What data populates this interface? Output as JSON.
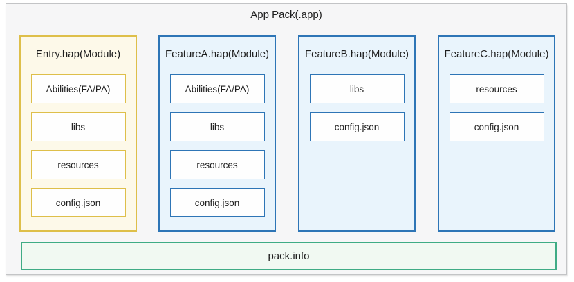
{
  "diagram": {
    "title": "App Pack(.app)",
    "modules": [
      {
        "title": "Entry.hap(Module)",
        "theme": "gold",
        "items": [
          "Abilities(FA/PA)",
          "libs",
          "resources",
          "config.json"
        ]
      },
      {
        "title": "FeatureA.hap(Module)",
        "theme": "blue",
        "items": [
          "Abilities(FA/PA)",
          "libs",
          "resources",
          "config.json"
        ]
      },
      {
        "title": "FeatureB.hap(Module)",
        "theme": "blue",
        "items": [
          "libs",
          "config.json"
        ]
      },
      {
        "title": "FeatureC.hap(Module)",
        "theme": "blue",
        "items": [
          "resources",
          "config.json"
        ]
      }
    ],
    "footer": "pack.info",
    "colors": {
      "frame-bg": "#f6f6f7",
      "frame-border": "#c3c4c6",
      "gold-border": "#debf4a",
      "gold-bg": "#fdf9e9",
      "blue-border": "#2e75b6",
      "blue-bg": "#e9f4fc",
      "green-border": "#3fac85",
      "green-bg": "#f1f9f2",
      "item-bg": "#fefefe"
    }
  }
}
